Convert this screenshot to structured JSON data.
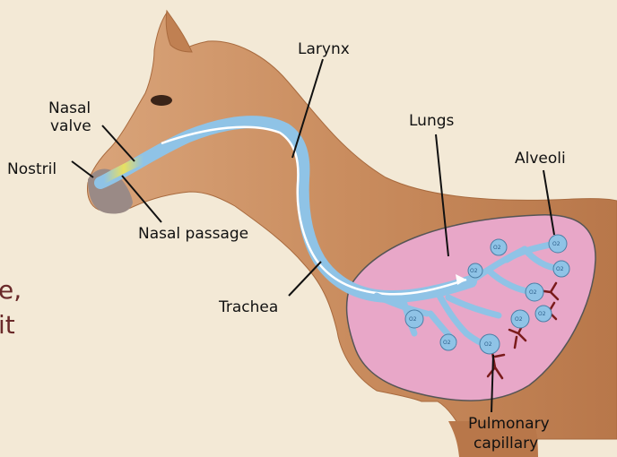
{
  "labels": {
    "larynx": "Larynx",
    "nasal_valve": [
      "Nasal",
      "valve"
    ],
    "nostril": "Nostril",
    "nasal_passage": "Nasal passage",
    "lungs": "Lungs",
    "alveoli": "Alveoli",
    "trachea": "Trachea",
    "pulmonary_capillary": [
      "Pulmonary",
      "capillary"
    ]
  },
  "side_text": [
    "e,",
    "it"
  ],
  "alveoli_text": [
    "O2",
    "O2",
    "O2",
    "O2",
    "O2",
    "O2",
    "O2",
    "O2",
    "O2",
    "O2"
  ],
  "colors": {
    "background": "#f3e9d6",
    "horse_coat": "#c98c5e",
    "airway": "#8fc3e6",
    "lungs": "#e8a7c8",
    "capillary": "#7a1b1b",
    "label_text": "#111111",
    "side_text": "#6a2a2a"
  }
}
